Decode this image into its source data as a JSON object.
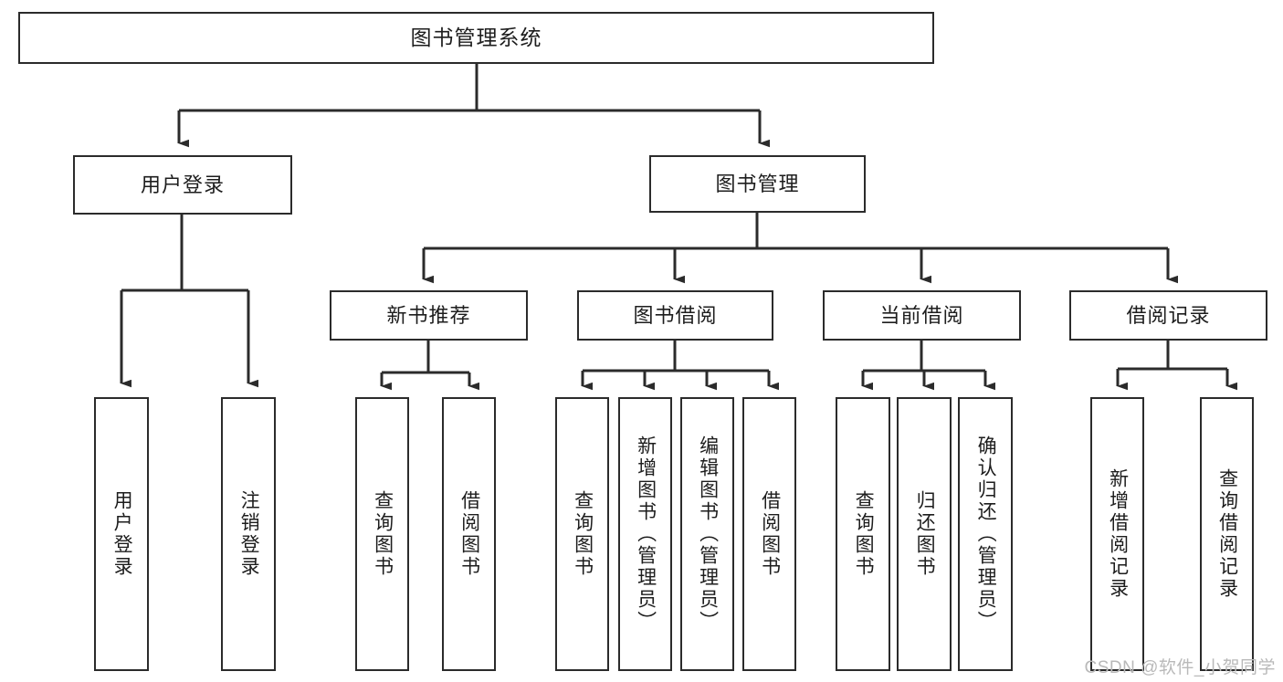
{
  "diagram": {
    "title": "图书管理系统",
    "type": "tree",
    "root": {
      "label": "图书管理系统"
    },
    "level1": [
      {
        "id": "user-login",
        "label": "用户登录"
      },
      {
        "id": "book-manage",
        "label": "图书管理"
      }
    ],
    "level2": [
      {
        "id": "new-book-recommend",
        "label": "新书推荐",
        "parent": "book-manage"
      },
      {
        "id": "book-borrow",
        "label": "图书借阅",
        "parent": "book-manage"
      },
      {
        "id": "current-borrow",
        "label": "当前借阅",
        "parent": "book-manage"
      },
      {
        "id": "borrow-record",
        "label": "借阅记录",
        "parent": "book-manage"
      }
    ],
    "leaves": {
      "user_login": [
        {
          "id": "leaf-user-login",
          "label": "用户登录"
        },
        {
          "id": "leaf-user-logout",
          "label": "注销登录"
        }
      ],
      "new_book_recommend": [
        {
          "id": "leaf-query-book-1",
          "label": "查询图书"
        },
        {
          "id": "leaf-borrow-book-1",
          "label": "借阅图书"
        }
      ],
      "book_borrow": [
        {
          "id": "leaf-query-book-2",
          "label": "查询图书"
        },
        {
          "id": "leaf-add-book",
          "label": "新增图书（管理员）"
        },
        {
          "id": "leaf-edit-book",
          "label": "编辑图书（管理员）"
        },
        {
          "id": "leaf-borrow-book-2",
          "label": "借阅图书"
        }
      ],
      "current_borrow": [
        {
          "id": "leaf-query-book-3",
          "label": "查询图书"
        },
        {
          "id": "leaf-return-book",
          "label": "归还图书"
        },
        {
          "id": "leaf-confirm-return",
          "label": "确认归还（管理员）"
        }
      ],
      "borrow_record": [
        {
          "id": "leaf-add-record",
          "label": "新增借阅记录"
        },
        {
          "id": "leaf-query-record",
          "label": "查询借阅记录"
        }
      ]
    }
  },
  "watermark": {
    "text": "CSDN @软件_小贺同学"
  },
  "colors": {
    "stroke": "#2b2b2b",
    "background": "#ffffff",
    "text": "#1d1d1d",
    "watermark": "#b9b9b9"
  }
}
